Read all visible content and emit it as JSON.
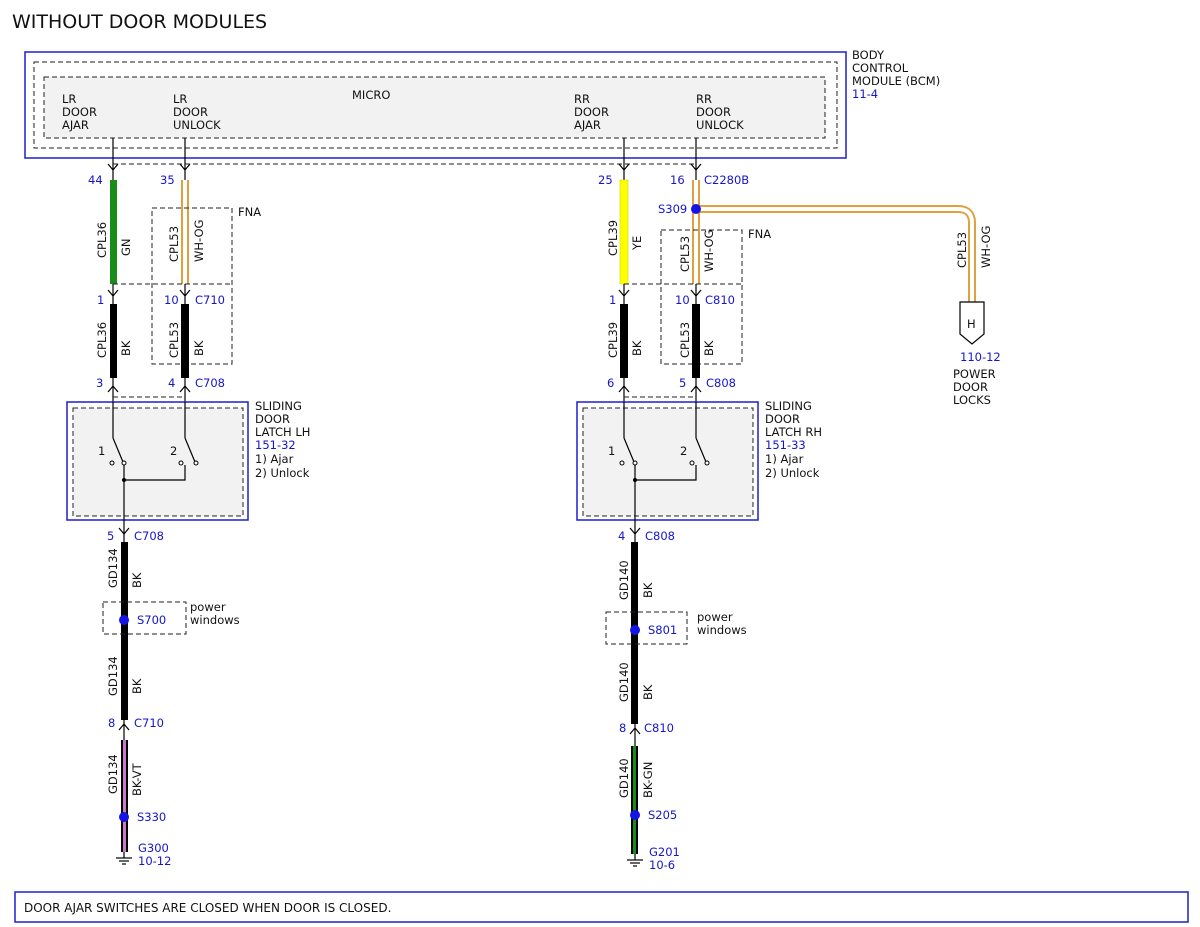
{
  "title": "WITHOUT DOOR MODULES",
  "colors": {
    "frame": "#1e1ecc",
    "link": "#1515cc",
    "splice": "#1414e6",
    "module_fill": "#f2f2f2",
    "GN": "#1a8c1a",
    "YE": "#ffff00",
    "WH": "#ffffff",
    "OG": "#e0a040",
    "BK": "#000000",
    "VT": "#cc77cc"
  },
  "bcm": {
    "name_line1": "BODY",
    "name_line2": "CONTROL",
    "name_line3": "MODULE (BCM)",
    "ref": "11-4",
    "micro": "MICRO",
    "pins": [
      {
        "l1": "LR",
        "l2": "DOOR",
        "l3": "AJAR"
      },
      {
        "l1": "LR",
        "l2": "DOOR",
        "l3": "UNLOCK"
      },
      {
        "l1": "RR",
        "l2": "DOOR",
        "l3": "AJAR"
      },
      {
        "l1": "RR",
        "l2": "DOOR",
        "l3": "UNLOCK"
      }
    ]
  },
  "left": {
    "pin_ajar": "44",
    "pin_unlock": "35",
    "wire_ajar_circuit": "CPL36",
    "wire_ajar_color": "GN",
    "wire_unlock_circuit": "CPL53",
    "wire_unlock_color": "WH-OG",
    "fna": "FNA",
    "c1_pin_a": "1",
    "c1_pin_b": "10",
    "c1_name": "C710",
    "wire2_ajar_circuit": "CPL36",
    "wire2_ajar_color": "BK",
    "wire2_unlock_circuit": "CPL53",
    "wire2_unlock_color": "BK",
    "c2_pin_a": "3",
    "c2_pin_b": "4",
    "c2_name": "C708",
    "latch_l1": "SLIDING",
    "latch_l2": "DOOR",
    "latch_l3": "LATCH LH",
    "latch_ref": "151-32",
    "latch_sw1": "1) Ajar",
    "latch_sw2": "2) Unlock",
    "sw1_num": "1",
    "sw2_num": "2",
    "c3_pin": "5",
    "c3_name": "C708",
    "gnd_wire1_circuit": "GD134",
    "gnd_wire1_color": "BK",
    "splice1": "S700",
    "splice1_note_l1": "power",
    "splice1_note_l2": "windows",
    "gnd_wire2_circuit": "GD134",
    "gnd_wire2_color": "BK",
    "c4_pin": "8",
    "c4_name": "C710",
    "gnd_wire3_circuit": "GD134",
    "gnd_wire3_color": "BK-VT",
    "splice2": "S330",
    "ground": "G300",
    "ground_ref": "10-12"
  },
  "right": {
    "pin_ajar": "25",
    "pin_unlock": "16",
    "bcm_connector": "C2280B",
    "wire_ajar_circuit": "CPL39",
    "wire_ajar_color": "YE",
    "splice_unlock": "S309",
    "wire_unlock_circuit": "CPL53",
    "wire_unlock_color": "WH-OG",
    "fna": "FNA",
    "c1_pin_a": "1",
    "c1_pin_b": "10",
    "c1_name": "C810",
    "wire2_ajar_circuit": "CPL39",
    "wire2_ajar_color": "BK",
    "wire2_unlock_circuit": "CPL53",
    "wire2_unlock_color": "BK",
    "c2_pin_a": "6",
    "c2_pin_b": "5",
    "c2_name": "C808",
    "latch_l1": "SLIDING",
    "latch_l2": "DOOR",
    "latch_l3": "LATCH RH",
    "latch_ref": "151-33",
    "latch_sw1": "1) Ajar",
    "latch_sw2": "2) Unlock",
    "sw1_num": "1",
    "sw2_num": "2",
    "c3_pin": "4",
    "c3_name": "C808",
    "gnd_wire1_circuit": "GD140",
    "gnd_wire1_color": "BK",
    "splice1": "S801",
    "splice1_note_l1": "power",
    "splice1_note_l2": "windows",
    "gnd_wire2_circuit": "GD140",
    "gnd_wire2_color": "BK",
    "c4_pin": "8",
    "c4_name": "C810",
    "gnd_wire3_circuit": "GD140",
    "gnd_wire3_color": "BK-GN",
    "splice2": "S205",
    "ground": "G201",
    "ground_ref": "10-6"
  },
  "branch": {
    "circuit": "CPL53",
    "color": "WH-OG",
    "connector": "H",
    "ref": "110-12",
    "dest_l1": "POWER",
    "dest_l2": "DOOR",
    "dest_l3": "LOCKS"
  },
  "footnote": "DOOR AJAR SWITCHES ARE CLOSED WHEN DOOR IS CLOSED."
}
